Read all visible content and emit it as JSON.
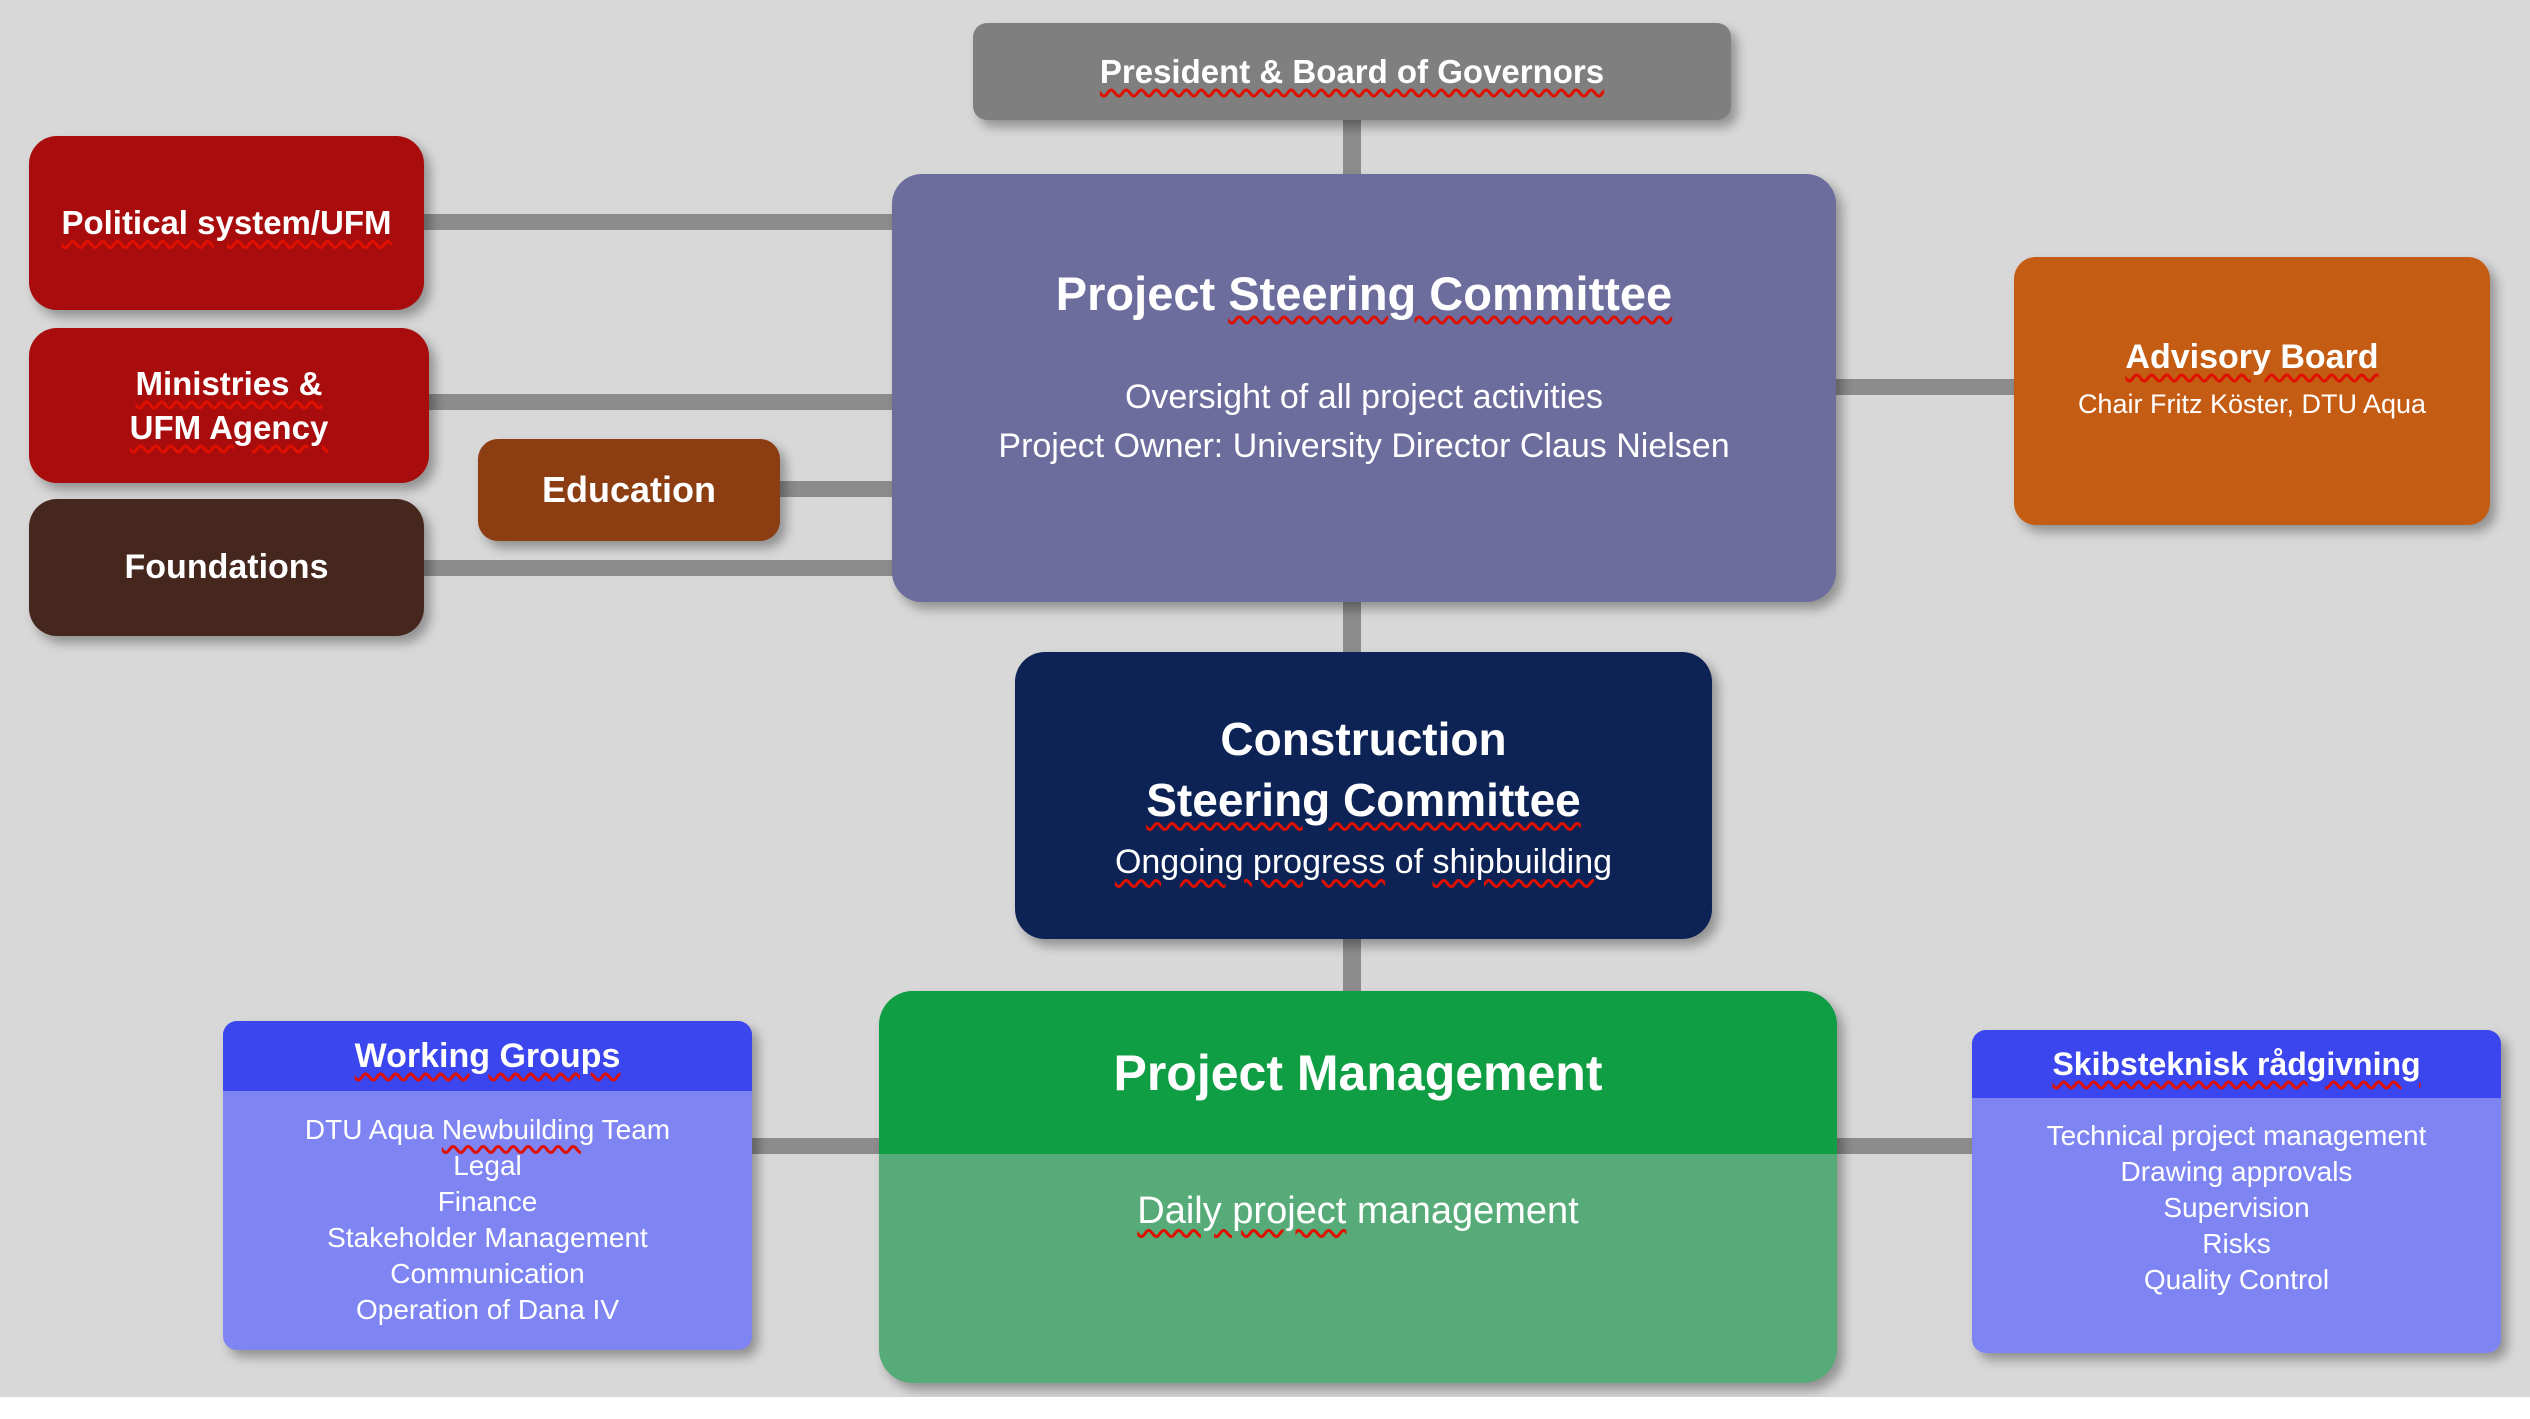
{
  "colors": {
    "background": "#d8d8d8",
    "text": "#ffffff",
    "connector": "#8c8c8c",
    "squiggle": "#e01000",
    "president_bg": "#7f7f7f",
    "steering_bg": "#6c6c9d",
    "political_bg": "#a80c0c",
    "education_bg": "#8c3e12",
    "foundations_bg": "#46271d",
    "advisory_bg": "#c55c13",
    "construction_bg": "#0e2355",
    "pm_top_bg": "#0f9e44",
    "pm_bottom_bg": "#57ab78",
    "group_header_bg": "#3c46ef",
    "group_body_bg": "#7e85f3"
  },
  "president": {
    "title": [
      {
        "t": "President & Board of Governors",
        "sq": true
      }
    ]
  },
  "steering": {
    "title": [
      {
        "t": "Project ",
        "sq": false
      },
      {
        "t": "Steering Committee",
        "sq": true
      }
    ],
    "line1": [
      {
        "t": "Oversight of all project activities",
        "sq": false
      }
    ],
    "line2": [
      {
        "t": "Project Owner: University Director Claus Nielsen",
        "sq": false
      }
    ]
  },
  "political": {
    "title": [
      {
        "t": "Political system/UFM",
        "sq": true
      }
    ]
  },
  "ministries": {
    "line1": [
      {
        "t": "Ministries &",
        "sq": true
      }
    ],
    "line2": [
      {
        "t": "UFM Agency",
        "sq": true
      }
    ]
  },
  "education": {
    "title": [
      {
        "t": "Education",
        "sq": false
      }
    ]
  },
  "foundations": {
    "title": [
      {
        "t": "Foundations",
        "sq": false
      }
    ]
  },
  "advisory": {
    "title": [
      {
        "t": "Advisory Board",
        "sq": true
      }
    ],
    "subtitle": [
      {
        "t": "Chair Fritz Köster, DTU Aqua",
        "sq": false
      }
    ]
  },
  "construction": {
    "title_line1": [
      {
        "t": "Construction",
        "sq": false
      }
    ],
    "title_line2": [
      {
        "t": "Steering Committee",
        "sq": true
      }
    ],
    "body": [
      {
        "t": "Ongoing progress",
        "sq": true
      },
      {
        "t": " of ",
        "sq": false
      },
      {
        "t": "shipbuilding",
        "sq": true
      }
    ]
  },
  "project_management": {
    "title": [
      {
        "t": "Project Management",
        "sq": false
      }
    ],
    "body": [
      {
        "t": "Daily project",
        "sq": true
      },
      {
        "t": " management",
        "sq": false
      }
    ]
  },
  "working_groups": {
    "header": [
      {
        "t": "Working Groups",
        "sq": true
      }
    ],
    "items": [
      [
        {
          "t": "DTU Aqua ",
          "sq": false
        },
        {
          "t": "Newbuilding",
          "sq": true
        },
        {
          "t": " Team",
          "sq": false
        }
      ],
      [
        {
          "t": "Legal",
          "sq": false
        }
      ],
      [
        {
          "t": "Finance",
          "sq": false
        }
      ],
      [
        {
          "t": "Stakeholder Management",
          "sq": false
        }
      ],
      [
        {
          "t": "Communication",
          "sq": false
        }
      ],
      [
        {
          "t": "Operation of Dana IV",
          "sq": false
        }
      ]
    ]
  },
  "ship_advisory": {
    "header": [
      {
        "t": "Skibsteknisk rådgivning",
        "sq": true
      }
    ],
    "items": [
      [
        {
          "t": "Technical project management",
          "sq": false
        }
      ],
      [
        {
          "t": "Drawing approvals",
          "sq": false
        }
      ],
      [
        {
          "t": "Supervision",
          "sq": false
        }
      ],
      [
        {
          "t": "Risks",
          "sq": false
        }
      ],
      [
        {
          "t": "Quality Control",
          "sq": false
        }
      ]
    ]
  }
}
